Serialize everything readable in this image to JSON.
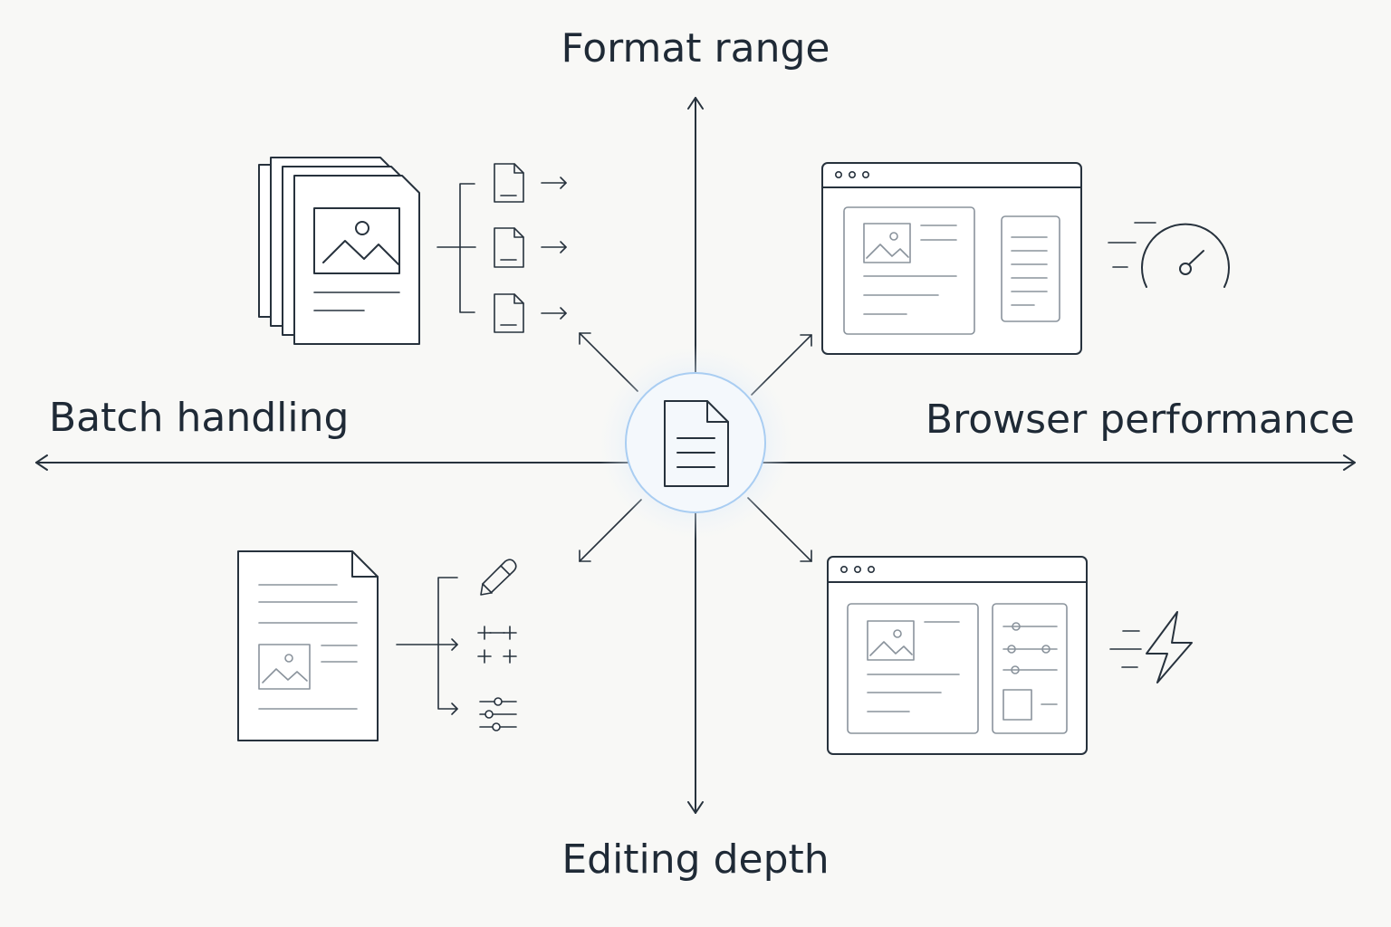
{
  "axes": {
    "top": "Format range",
    "bottom": "Editing depth",
    "left": "Batch handling",
    "right": "Browser performance"
  },
  "colors": {
    "ink": "#27323d",
    "muted": "#8a939c",
    "background": "#f8f8f6",
    "accent_glow": "#a9cdf2"
  },
  "icons": {
    "center": "document-icon",
    "top_left": "stacked-image-files-icon",
    "top_right": "browser-window-icon",
    "bottom_left": "image-document-icon",
    "bottom_right": "browser-settings-icon",
    "speed": "speedometer-icon",
    "fast": "lightning-bolt-icon",
    "edit": "pencil-icon",
    "crop": "crop-icon",
    "adjust": "sliders-icon"
  }
}
